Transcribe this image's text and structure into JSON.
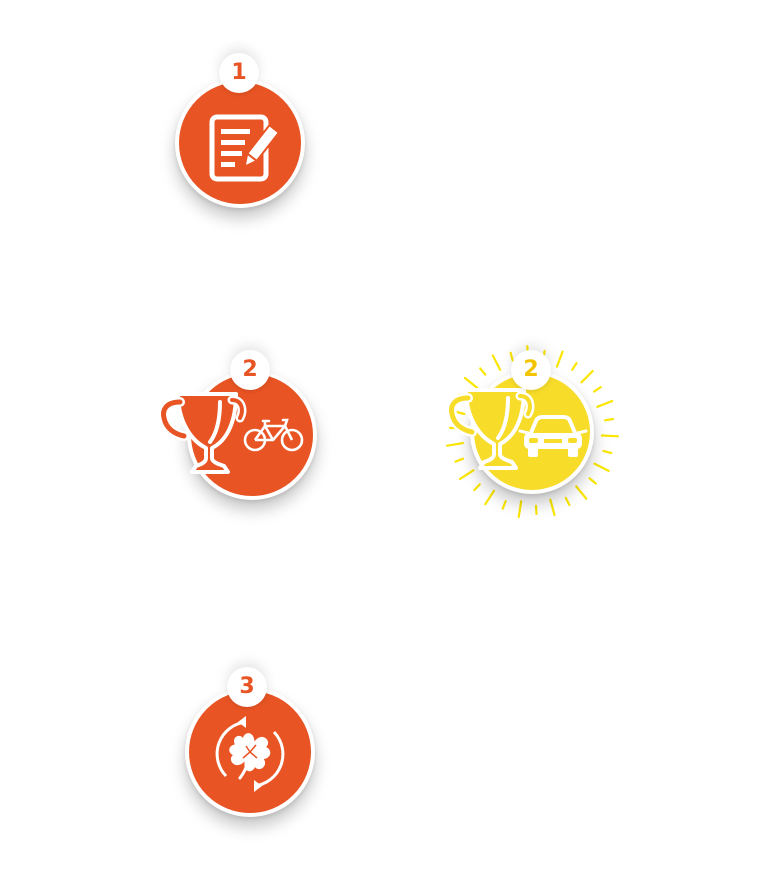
{
  "colors": {
    "orange": "#e85424",
    "yellow": "#f7dc2a",
    "yellow_ray": "#fbe600",
    "white": "#ffffff"
  },
  "steps": [
    {
      "number": "1",
      "color": "orange",
      "icons": [
        "document-edit-icon"
      ]
    },
    {
      "number": "2",
      "color": "orange",
      "icons": [
        "trophy-icon",
        "bicycle-icon"
      ]
    },
    {
      "number": "2",
      "color": "yellow",
      "highlighted": true,
      "icons": [
        "sunburst-icon",
        "trophy-icon",
        "car-icon"
      ]
    },
    {
      "number": "3",
      "color": "orange",
      "icons": [
        "four-leaf-clover-icon",
        "refresh-cycle-icon"
      ]
    }
  ]
}
